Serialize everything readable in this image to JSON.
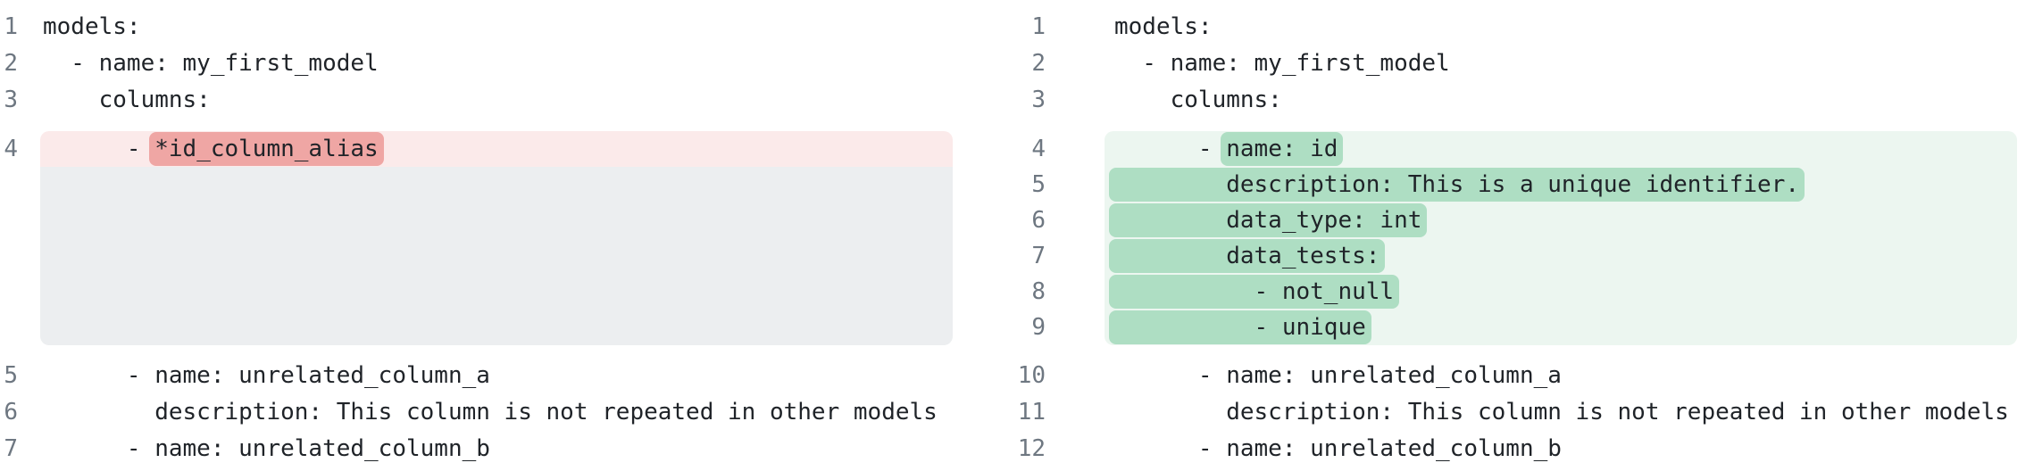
{
  "view": "side-by-side-yaml-diff",
  "colors": {
    "background": "#ffffff",
    "code_text": "#1f2328",
    "line_number": "#6e7781",
    "removed_row_bg": "#fbeaea",
    "removed_word_bg": "#efa6a4",
    "added_row_bg": "#ecf6f0",
    "added_word_bg": "#aedec3",
    "collapsed_block_bg": "#eceef0"
  },
  "panels": [
    {
      "name": "before",
      "lines": [
        {
          "n": "1",
          "k": "normal",
          "seg": [
            {
              "t": "models:",
              "hl": false
            }
          ]
        },
        {
          "n": "2",
          "k": "normal",
          "seg": [
            {
              "t": "  - name: my_first_model",
              "hl": false
            }
          ]
        },
        {
          "n": "3",
          "k": "normal",
          "seg": [
            {
              "t": "    columns:",
              "hl": false
            }
          ]
        },
        {
          "n": "4",
          "k": "del",
          "seg": [
            {
              "t": "      - ",
              "hl": false
            },
            {
              "t": "*id_column_alias",
              "hl": true
            }
          ]
        },
        {
          "n": "",
          "k": "spacer",
          "seg": []
        },
        {
          "n": "5",
          "k": "normal",
          "seg": [
            {
              "t": "      - name: unrelated_column_a",
              "hl": false
            }
          ]
        },
        {
          "n": "6",
          "k": "normal",
          "seg": [
            {
              "t": "        description: This column is not repeated in other models",
              "hl": false
            }
          ]
        },
        {
          "n": "7",
          "k": "normal",
          "seg": [
            {
              "t": "      - name: unrelated_column_b",
              "hl": false
            }
          ]
        }
      ]
    },
    {
      "name": "after",
      "lines": [
        {
          "n": "1",
          "k": "normal",
          "seg": [
            {
              "t": "models:",
              "hl": false
            }
          ]
        },
        {
          "n": "2",
          "k": "normal",
          "seg": [
            {
              "t": "  - name: my_first_model",
              "hl": false
            }
          ]
        },
        {
          "n": "3",
          "k": "normal",
          "seg": [
            {
              "t": "    columns:",
              "hl": false
            }
          ]
        },
        {
          "n": "4",
          "k": "add",
          "seg": [
            {
              "t": "      - ",
              "hl": false
            },
            {
              "t": "name: id",
              "hl": true
            }
          ]
        },
        {
          "n": "5",
          "k": "add",
          "seg": [
            {
              "t": "        description: This is a unique identifier.",
              "hl": true
            }
          ]
        },
        {
          "n": "6",
          "k": "add",
          "seg": [
            {
              "t": "        data_type: int",
              "hl": true
            }
          ]
        },
        {
          "n": "7",
          "k": "add",
          "seg": [
            {
              "t": "        data_tests:",
              "hl": true
            }
          ]
        },
        {
          "n": "8",
          "k": "add",
          "seg": [
            {
              "t": "          - not_null",
              "hl": true
            }
          ]
        },
        {
          "n": "9",
          "k": "add",
          "seg": [
            {
              "t": "          - unique",
              "hl": true
            }
          ]
        },
        {
          "n": "10",
          "k": "normal",
          "seg": [
            {
              "t": "      - name: unrelated_column_a",
              "hl": false
            }
          ]
        },
        {
          "n": "11",
          "k": "normal",
          "seg": [
            {
              "t": "        description: This column is not repeated in other models",
              "hl": false
            }
          ]
        },
        {
          "n": "12",
          "k": "normal",
          "seg": [
            {
              "t": "      - name: unrelated_column_b",
              "hl": false
            }
          ]
        }
      ]
    }
  ]
}
